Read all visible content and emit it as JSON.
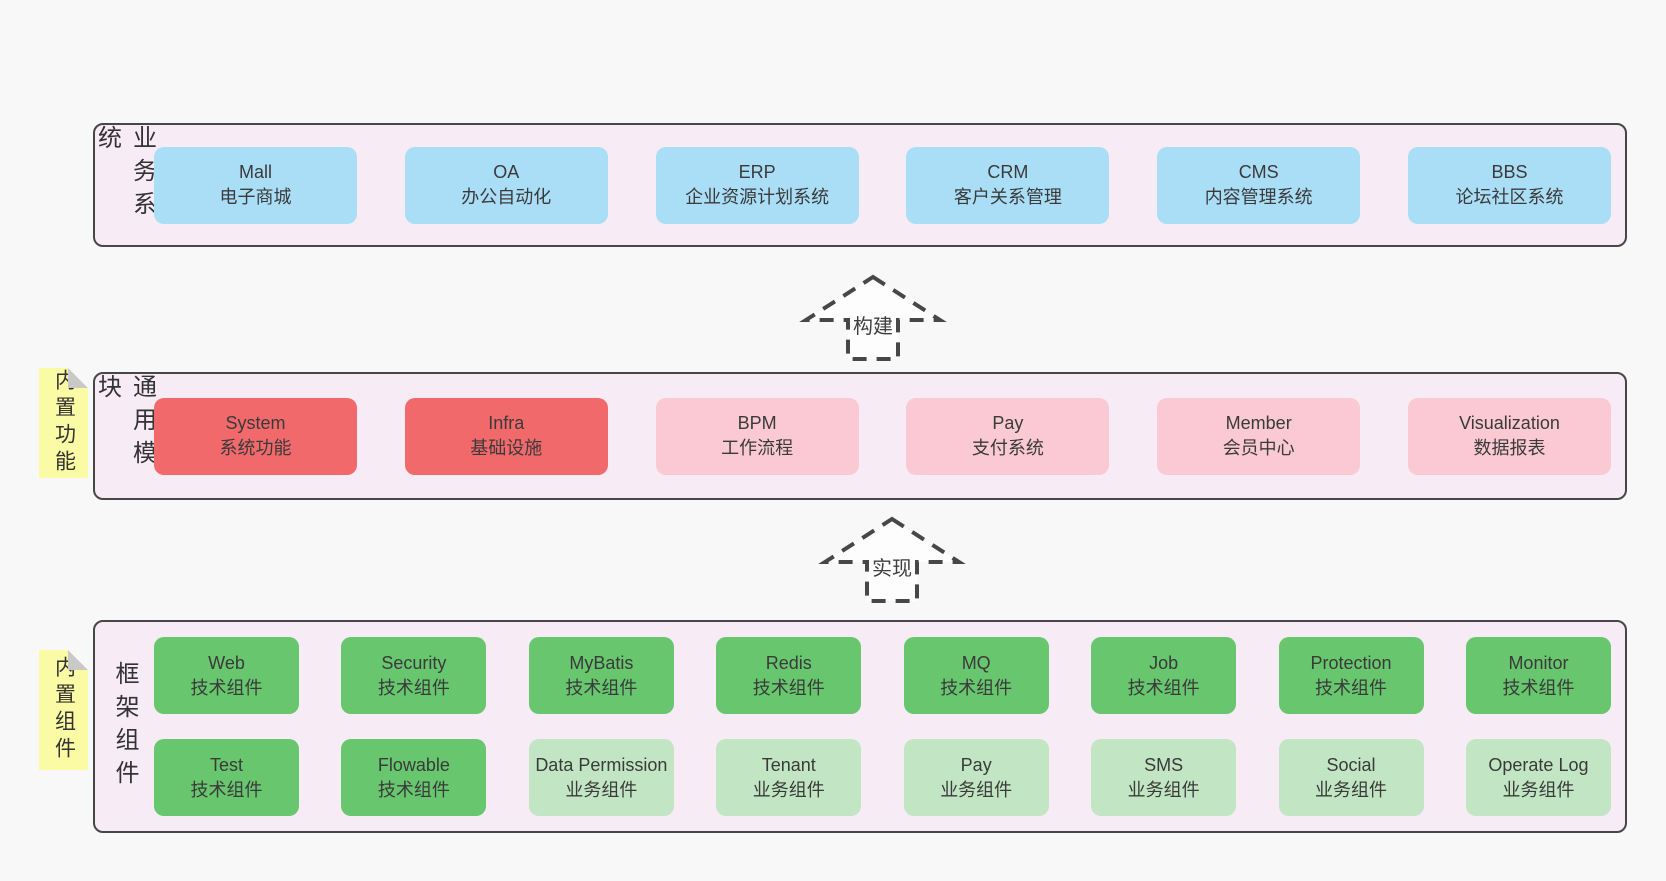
{
  "colors": {
    "page_bg": "#f8f8f8",
    "band_bg": "#f7ebf5",
    "band_border": "#474747",
    "text": "#3a3a3a",
    "blue": "#aadef7",
    "red": "#f2696c",
    "pink": "#fac9d3",
    "green": "#67c66e",
    "lightgreen": "#c2e6c3",
    "yellow": "#fbfaa5",
    "fold_gray": "#c9c9c9"
  },
  "arrows": [
    {
      "label": "构建"
    },
    {
      "label": "实现"
    }
  ],
  "bands": [
    {
      "label": "业务系统",
      "sticky": null,
      "rows": [
        [
          {
            "title": "Mall",
            "subtitle": "电子商城",
            "variant": "blue"
          },
          {
            "title": "OA",
            "subtitle": "办公自动化",
            "variant": "blue"
          },
          {
            "title": "ERP",
            "subtitle": "企业资源计划系统",
            "variant": "blue"
          },
          {
            "title": "CRM",
            "subtitle": "客户关系管理",
            "variant": "blue"
          },
          {
            "title": "CMS",
            "subtitle": "内容管理系统",
            "variant": "blue"
          },
          {
            "title": "BBS",
            "subtitle": "论坛社区系统",
            "variant": "blue"
          }
        ]
      ]
    },
    {
      "label": "通用模块",
      "sticky": "内置功能",
      "rows": [
        [
          {
            "title": "System",
            "subtitle": "系统功能",
            "variant": "red"
          },
          {
            "title": "Infra",
            "subtitle": "基础设施",
            "variant": "red"
          },
          {
            "title": "BPM",
            "subtitle": "工作流程",
            "variant": "pink"
          },
          {
            "title": "Pay",
            "subtitle": "支付系统",
            "variant": "pink"
          },
          {
            "title": "Member",
            "subtitle": "会员中心",
            "variant": "pink"
          },
          {
            "title": "Visualization",
            "subtitle": "数据报表",
            "variant": "pink"
          }
        ]
      ]
    },
    {
      "label": "框架组件",
      "sticky": "内置组件",
      "rows": [
        [
          {
            "title": "Web",
            "subtitle": "技术组件",
            "variant": "green"
          },
          {
            "title": "Security",
            "subtitle": "技术组件",
            "variant": "green"
          },
          {
            "title": "MyBatis",
            "subtitle": "技术组件",
            "variant": "green"
          },
          {
            "title": "Redis",
            "subtitle": "技术组件",
            "variant": "green"
          },
          {
            "title": "MQ",
            "subtitle": "技术组件",
            "variant": "green"
          },
          {
            "title": "Job",
            "subtitle": "技术组件",
            "variant": "green"
          },
          {
            "title": "Protection",
            "subtitle": "技术组件",
            "variant": "green"
          },
          {
            "title": "Monitor",
            "subtitle": "技术组件",
            "variant": "green"
          }
        ],
        [
          {
            "title": "Test",
            "subtitle": "技术组件",
            "variant": "green"
          },
          {
            "title": "Flowable",
            "subtitle": "技术组件",
            "variant": "green"
          },
          {
            "title": "Data Permission",
            "subtitle": "业务组件",
            "variant": "lightgreen"
          },
          {
            "title": "Tenant",
            "subtitle": "业务组件",
            "variant": "lightgreen"
          },
          {
            "title": "Pay",
            "subtitle": "业务组件",
            "variant": "lightgreen"
          },
          {
            "title": "SMS",
            "subtitle": "业务组件",
            "variant": "lightgreen"
          },
          {
            "title": "Social",
            "subtitle": "业务组件",
            "variant": "lightgreen"
          },
          {
            "title": "Operate Log",
            "subtitle": "业务组件",
            "variant": "lightgreen"
          }
        ]
      ]
    }
  ]
}
